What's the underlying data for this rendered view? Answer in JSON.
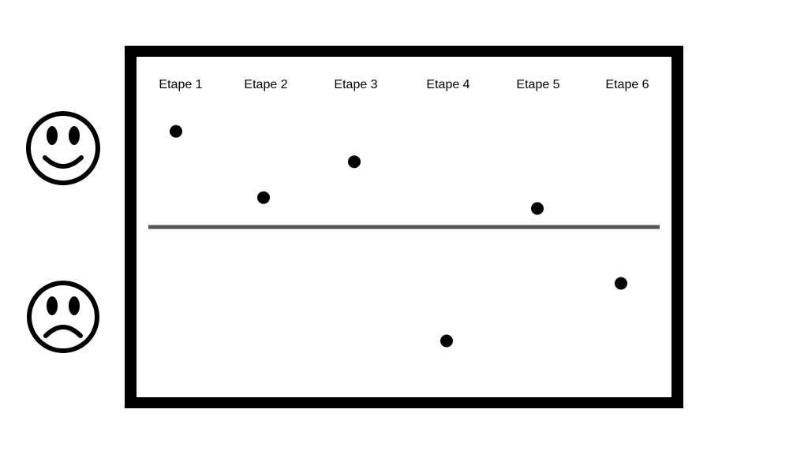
{
  "diagram": {
    "steps": [
      {
        "label": "Etape 1"
      },
      {
        "label": "Etape 2"
      },
      {
        "label": "Etape 3"
      },
      {
        "label": "Etape 4"
      },
      {
        "label": "Etape 5"
      },
      {
        "label": "Etape 6"
      }
    ],
    "icons": {
      "top": "happy-face-icon",
      "bottom": "sad-face-icon"
    },
    "colors": {
      "frame": "#000000",
      "baseline": "#555555",
      "points": "#000000"
    }
  },
  "chart_data": {
    "type": "scatter",
    "categories": [
      "Etape 1",
      "Etape 2",
      "Etape 3",
      "Etape 4",
      "Etape 5",
      "Etape 6"
    ],
    "values": [
      0.88,
      0.27,
      0.6,
      -0.99,
      0.17,
      -0.49
    ],
    "ylim": [
      -1,
      1
    ],
    "grid": false
  }
}
